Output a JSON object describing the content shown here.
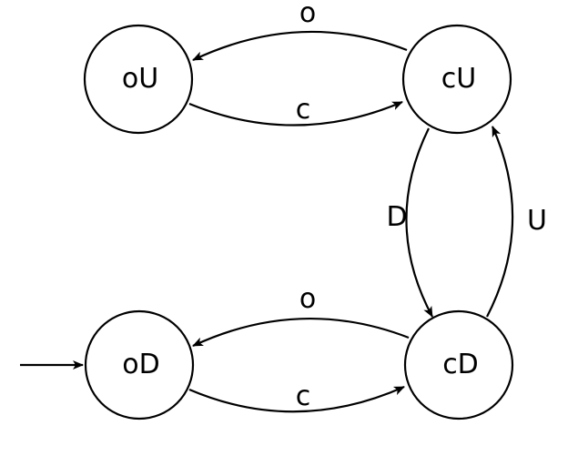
{
  "diagram": {
    "type": "state-machine",
    "start_state": "oD",
    "states": {
      "oU": "oU",
      "cU": "cU",
      "oD": "oD",
      "cD": "cD"
    },
    "transitions": [
      {
        "from": "cU",
        "to": "oU",
        "label": "o"
      },
      {
        "from": "oU",
        "to": "cU",
        "label": "c"
      },
      {
        "from": "cU",
        "to": "cD",
        "label": "D"
      },
      {
        "from": "cD",
        "to": "cU",
        "label": "U"
      },
      {
        "from": "cD",
        "to": "oD",
        "label": "o"
      },
      {
        "from": "oD",
        "to": "cD",
        "label": "c"
      }
    ]
  }
}
